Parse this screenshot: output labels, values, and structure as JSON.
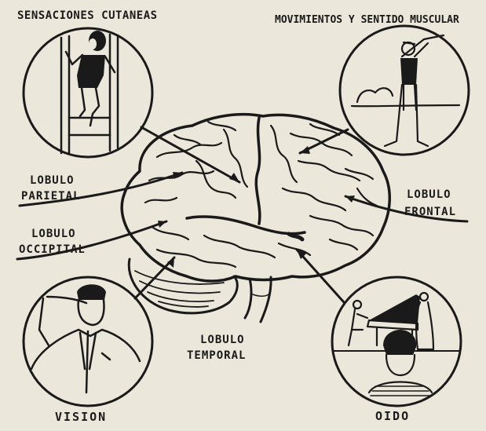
{
  "labels": {
    "sensaciones": "SENSACIONES CUTANEAS",
    "movimientos": "MOVIMIENTOS Y SENTIDO MUSCULAR",
    "parietal_1": "LOBULO",
    "parietal_2": "PARIETAL",
    "occipital_1": "LOBULO",
    "occipital_2": "OCCIPITAL",
    "frontal_1": "LOBULO",
    "frontal_2": "FRONTAL",
    "temporal_1": "LOBULO",
    "temporal_2": "TEMPORAL",
    "vision": "VISION",
    "oido": "OIDO"
  },
  "colors": {
    "paper": "#ebe7db",
    "ink": "#1a1a1a"
  }
}
